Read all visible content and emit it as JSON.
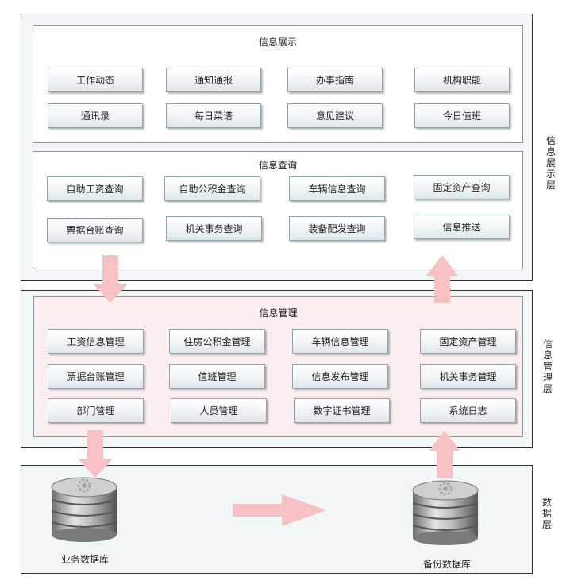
{
  "colors": {
    "top_layer_bg": "#f1f6f6",
    "mid_layer_bg": "#f1f6f6",
    "mgmt_panel_bg": "#fbeeee",
    "data_layer_bg": "#f1f6f6",
    "arrow": "#f7c1c4"
  },
  "presentation_layer": {
    "label_chars": [
      "信",
      "息",
      "展",
      "示",
      "层"
    ],
    "display_panel": {
      "title": "信息展示",
      "buttons": [
        "工作动态",
        "通知通报",
        "办事指南",
        "机构职能",
        "通讯录",
        "每日菜谱",
        "意见建议",
        "今日值班"
      ]
    },
    "query_panel": {
      "title": "信息查询",
      "buttons": [
        "自助工资查询",
        "自助公积金查询",
        "车辆信息查询",
        "固定资产查询",
        "票据台账查询",
        "机关事务查询",
        "装备配发查询",
        "信息推送"
      ]
    }
  },
  "management_layer": {
    "label_chars": [
      "信",
      "息",
      "管",
      "理",
      "层"
    ],
    "panel": {
      "title": "信息管理",
      "buttons": [
        "工资信息管理",
        "住房公积金管理",
        "车辆信息管理",
        "固定资产管理",
        "票据台账管理",
        "值班管理",
        "信息发布管理",
        "机关事务管理",
        "部门管理",
        "人员管理",
        "数字证书管理",
        "系统日志"
      ]
    }
  },
  "data_layer": {
    "label_chars": [
      "数",
      "据",
      "层"
    ],
    "business_db": "业务数据库",
    "backup_db": "备份数据库"
  },
  "icons": {
    "arrows": [
      "arrow-down-icon",
      "arrow-up-icon",
      "arrow-right-icon"
    ],
    "database": "database-icon"
  }
}
